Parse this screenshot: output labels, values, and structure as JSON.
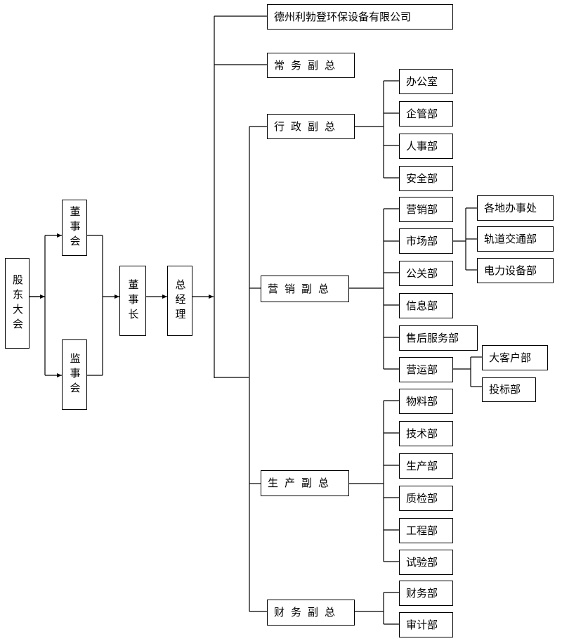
{
  "shareholders": "股东大会",
  "board": "董事会",
  "supervisors": "监事会",
  "chairman": "董事长",
  "gm": "总经理",
  "company": "德州利勃登环保设备有限公司",
  "vps": {
    "executive": "常务副总",
    "admin": "行政副总",
    "marketing": "营销副总",
    "production": "生产副总",
    "finance": "财务副总"
  },
  "admin_depts": [
    "办公室",
    "企管部",
    "人事部",
    "安全部"
  ],
  "marketing_depts": [
    "营销部",
    "市场部",
    "公关部",
    "信息部",
    "售后服务部",
    "营运部"
  ],
  "market_subs": [
    "各地办事处",
    "轨道交通部",
    "电力设备部"
  ],
  "ops_subs": [
    "大客户部",
    "投标部"
  ],
  "production_depts": [
    "物料部",
    "技术部",
    "生产部",
    "质检部",
    "工程部",
    "试验部"
  ],
  "finance_depts": [
    "财务部",
    "审计部"
  ]
}
